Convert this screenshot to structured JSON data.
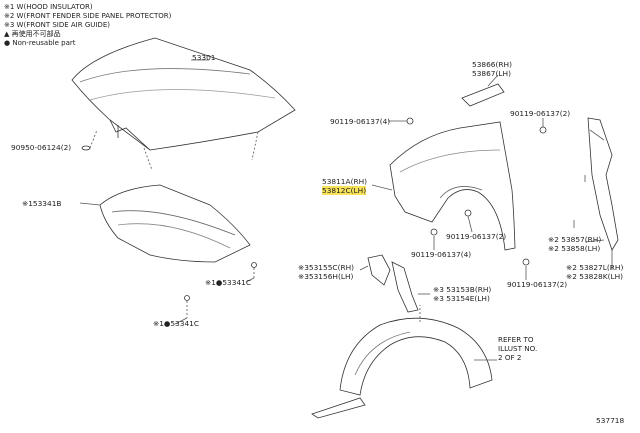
{
  "legend": [
    "※1 W(HOOD INSULATOR)",
    "※2 W(FRONT FENDER SIDE PANEL PROTECTOR)",
    "※3 W(FRONT SIDE AIR GUIDE)",
    "▲ 再使用不可部品",
    "● Non-reusable part"
  ],
  "labels": {
    "hood": "53301",
    "clip_90950": "90950-06124(2)",
    "insulator": "※153341B",
    "clip_53341c_a": "※1●53341C",
    "clip_53341c_b": "※1●53341C",
    "bracket_rh": "53866(RH)",
    "bracket_lh": "53867(LH)",
    "bolt_a": "90119-06137(4)",
    "bolt_b": "90119-06137(2)",
    "fender_rh": "53811A(RH)",
    "fender_lh": "53812C(LH)",
    "bolt_c": "90119-06137(2)",
    "bolt_d": "90119-06137(4)",
    "bolt_e": "90119-06137(2)",
    "seal_rh": "※2 53857(RH)",
    "seal_lh": "※2 53858(LH)",
    "guard_rh": "※2 53827L(RH)",
    "guard_lh": "※2 53828K(LH)",
    "guide_rh": "※353155C(RH)",
    "guide_lh": "※353156H(LH)",
    "guide2_rh": "※3 53153B(RH)",
    "guide2_lh": "※3 53154E(LH)",
    "refer": [
      "REFER TO",
      "ILLUST NO.",
      "2 OF 2"
    ],
    "illust_no": "537718"
  }
}
